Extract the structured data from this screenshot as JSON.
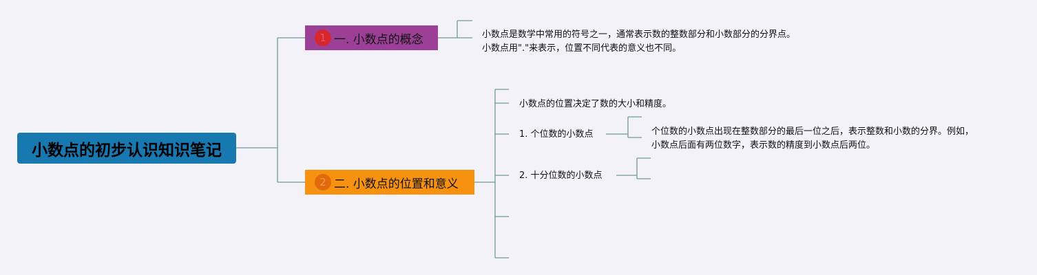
{
  "root": {
    "title": "小数点的初步认识知识笔记"
  },
  "branch1": {
    "badge": "1",
    "label": "一. 小数点的概念",
    "notes": [
      "小数点是数学中常用的符号之一，通常表示数的整数部分和小数部分的分界点。",
      "小数点用\".\"来表示，位置不同代表的意义也不同。"
    ]
  },
  "branch2": {
    "badge": "2",
    "label": "二. 小数点的位置和意义",
    "intro": "小数点的位置决定了数的大小和精度。",
    "item1": {
      "label": "1. 个位数的小数点",
      "note": "个位数的小数点出现在整数部分的最后一位之后，表示整数和小数的分界。例如，小数点后面有两位数字，表示数的精度到小数点后两位。"
    },
    "item2": {
      "label": "2. 十分位数的小数点"
    }
  },
  "colors": {
    "background": "#f3f2f8",
    "root": "#1878b0",
    "branch1": "#9c3f96",
    "branch2": "#f6920f",
    "connector": "#6f9a95"
  }
}
